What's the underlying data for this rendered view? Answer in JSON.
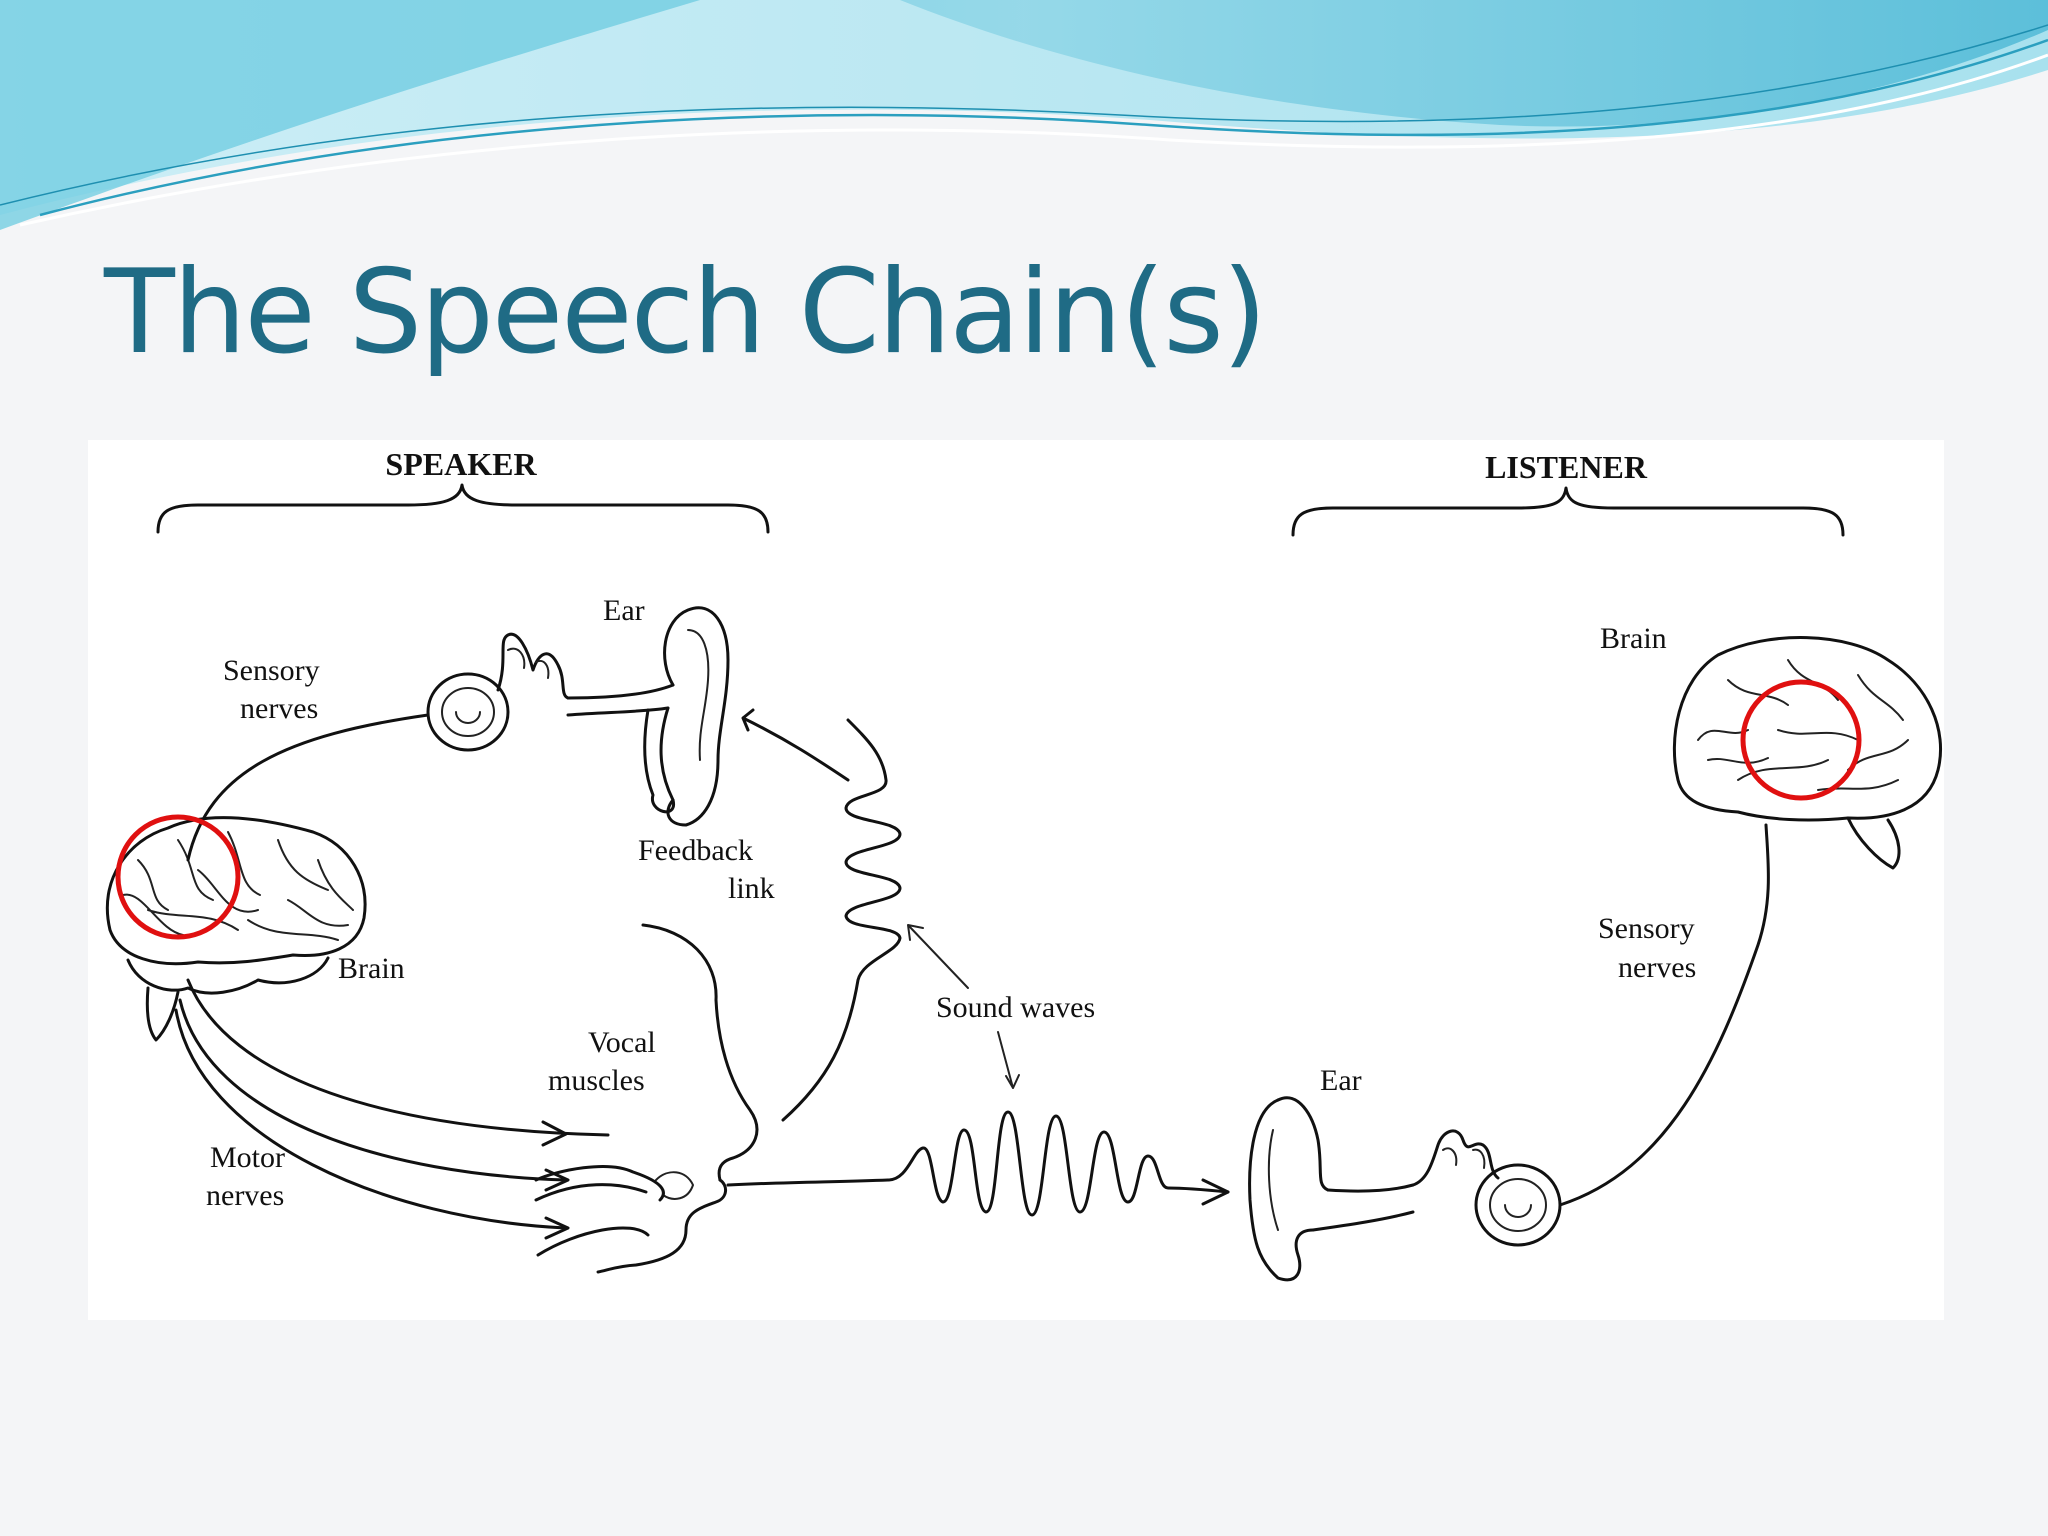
{
  "slide": {
    "title": "The Speech Chain(s)",
    "title_color": "#1f6b85"
  },
  "diagram": {
    "speaker": {
      "heading": "SPEAKER",
      "ear_label": "Ear",
      "sensory_nerves_label": [
        "Sensory",
        "nerves"
      ],
      "brain_label": "Brain",
      "feedback_link_label": [
        "Feedback",
        "link"
      ],
      "vocal_muscles_label": [
        "Vocal",
        "muscles"
      ],
      "motor_nerves_label": [
        "Motor",
        "nerves"
      ]
    },
    "middle": {
      "sound_waves_label": "Sound waves"
    },
    "listener": {
      "heading": "LISTENER",
      "brain_label": "Brain",
      "sensory_nerves_label": [
        "Sensory",
        "nerves"
      ],
      "ear_label": "Ear"
    },
    "highlight_color": "#e01010"
  },
  "colors": {
    "wave_light": "#b8e6f0",
    "wave_mid": "#7fd0e3",
    "wave_dark": "#39b3cf",
    "background": "#f4f5f7"
  }
}
